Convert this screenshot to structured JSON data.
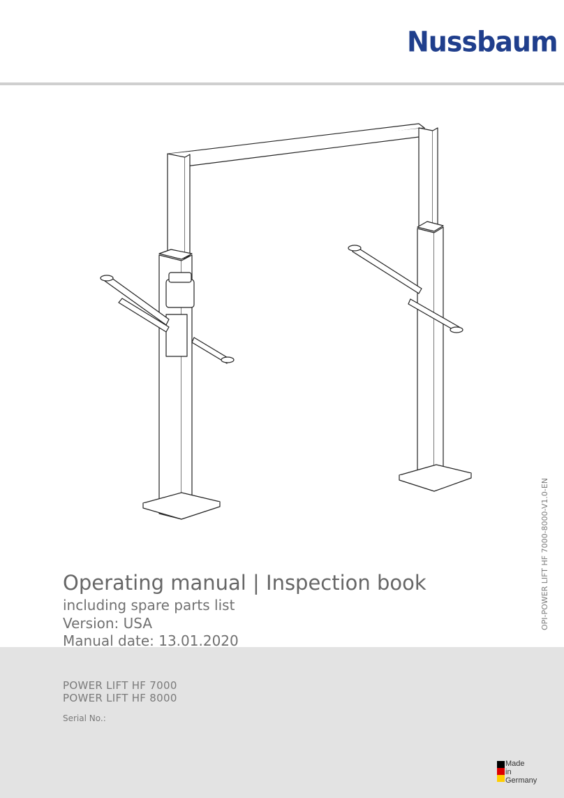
{
  "brand": {
    "name": "Nussbaum",
    "color": "#1f3e8c"
  },
  "cover": {
    "title": "Operating manual  |  Inspection book",
    "subtitle": "including spare parts list",
    "version": "Version: USA",
    "manual_date": "Manual date: 13.01.2020",
    "document_code": "OPI-POWER LIFT HF 7000-8000-V1.0-EN"
  },
  "products": {
    "model_1": "POWER LIFT HF 7000",
    "model_2": "POWER LIFT HF 8000",
    "serial_label": "Serial No.:"
  },
  "origin": {
    "line_1": "Made",
    "line_2": "in",
    "line_3": "Germany",
    "flag_colors": [
      "#000000",
      "#dd0000",
      "#ffce00"
    ]
  },
  "illustration": {
    "icon": "two-post-lift-drawing"
  }
}
